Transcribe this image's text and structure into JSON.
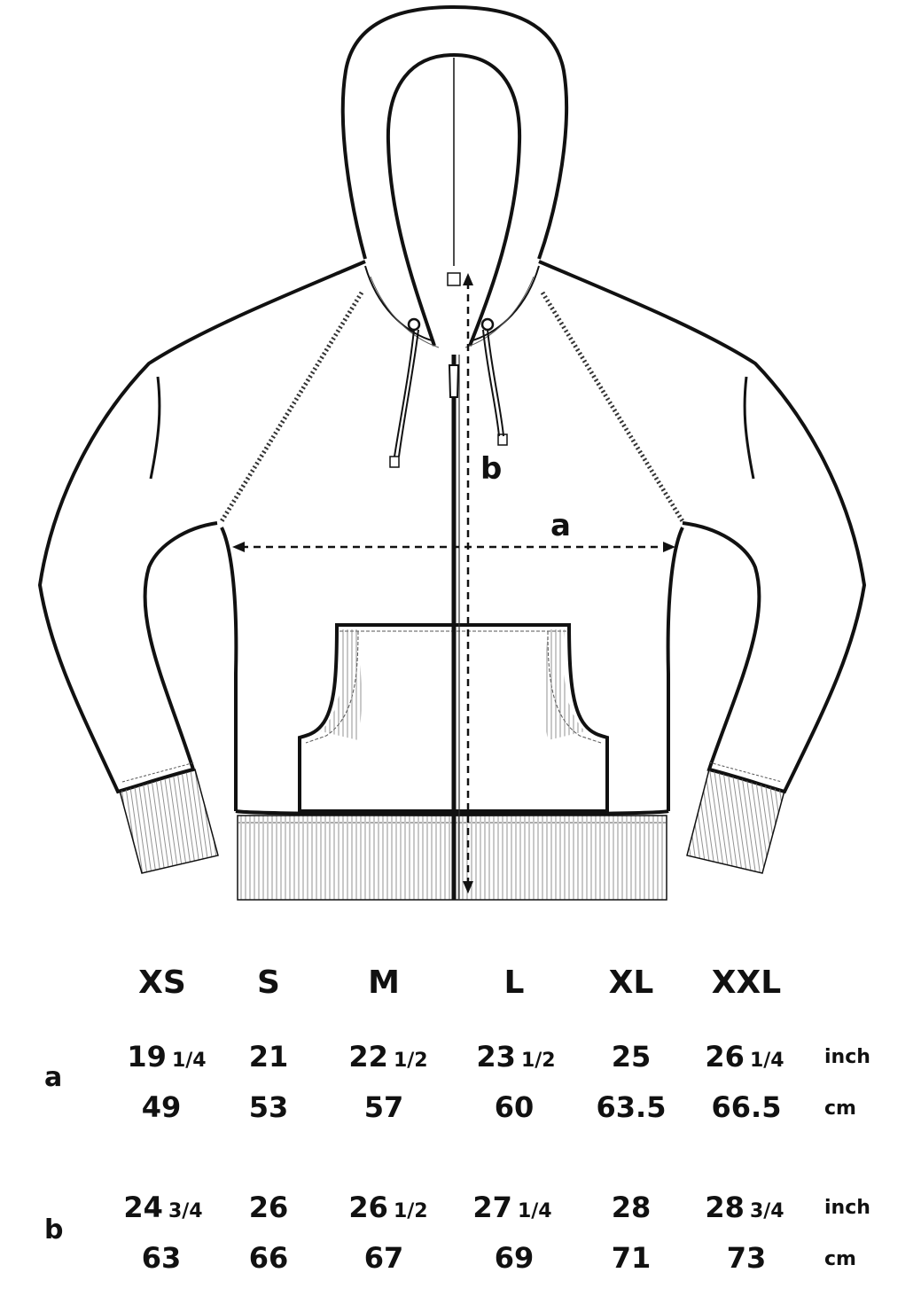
{
  "diagram": {
    "label_a": "a",
    "label_b": "b"
  },
  "sizes": [
    "XS",
    "S",
    "M",
    "L",
    "XL",
    "XXL"
  ],
  "rows": [
    {
      "letter": "a",
      "inch": [
        {
          "whole": "19",
          "frac": "1/4"
        },
        {
          "whole": "21",
          "frac": ""
        },
        {
          "whole": "22",
          "frac": "1/2"
        },
        {
          "whole": "23",
          "frac": "1/2"
        },
        {
          "whole": "25",
          "frac": ""
        },
        {
          "whole": "26",
          "frac": "1/4"
        }
      ],
      "cm": [
        "49",
        "53",
        "57",
        "60",
        "63.5",
        "66.5"
      ]
    },
    {
      "letter": "b",
      "inch": [
        {
          "whole": "24",
          "frac": "3/4"
        },
        {
          "whole": "26",
          "frac": ""
        },
        {
          "whole": "26",
          "frac": "1/2"
        },
        {
          "whole": "27",
          "frac": "1/4"
        },
        {
          "whole": "28",
          "frac": ""
        },
        {
          "whole": "28",
          "frac": "3/4"
        }
      ],
      "cm": [
        "63",
        "66",
        "67",
        "69",
        "71",
        "73"
      ]
    }
  ],
  "units": {
    "inch": "inch",
    "cm": "cm"
  }
}
